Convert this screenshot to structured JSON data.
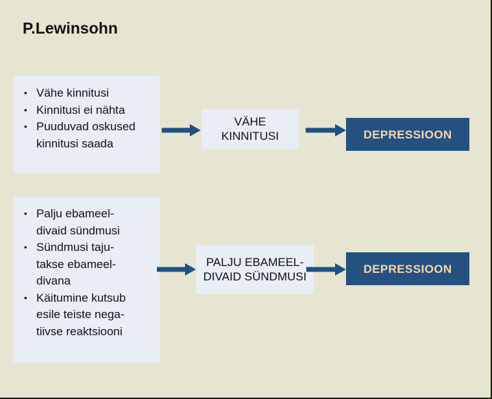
{
  "slide": {
    "title": "P.Lewinsohn",
    "background_color": "#e5e5d1",
    "box_fill": "#e8edf6",
    "dark_box_fill": "#245180",
    "dark_box_text_color": "#fbd4aa",
    "arrow_color": "#1f5182",
    "text_color": "#111111"
  },
  "rows": [
    {
      "cause_box": {
        "bullets": [
          "Vähe kinnitusi",
          "Kinnitusi ei nähta",
          "Puuduvad oskused\nkinnitusi saada"
        ]
      },
      "middle_box": {
        "text": "VÄHE\nKINNITUSI"
      },
      "outcome_box": {
        "text": "DEPRESSIOON"
      },
      "arrow_1": {
        "name": "arrow-right"
      },
      "arrow_2": {
        "name": "arrow-right"
      }
    },
    {
      "cause_box": {
        "bullets": [
          "Palju ebameel-\ndivaid sündmusi",
          "Sündmusi taju-\ntakse ebameel-\ndivana",
          "Käitumine kutsub\nesile teiste nega-\ntiivse reaktsiooni"
        ]
      },
      "middle_box": {
        "text": "PALJU EBAMEEL-\nDIVAID SÜNDMUSI"
      },
      "outcome_box": {
        "text": "DEPRESSIOON"
      },
      "arrow_1": {
        "name": "arrow-right"
      },
      "arrow_2": {
        "name": "arrow-right"
      }
    }
  ]
}
